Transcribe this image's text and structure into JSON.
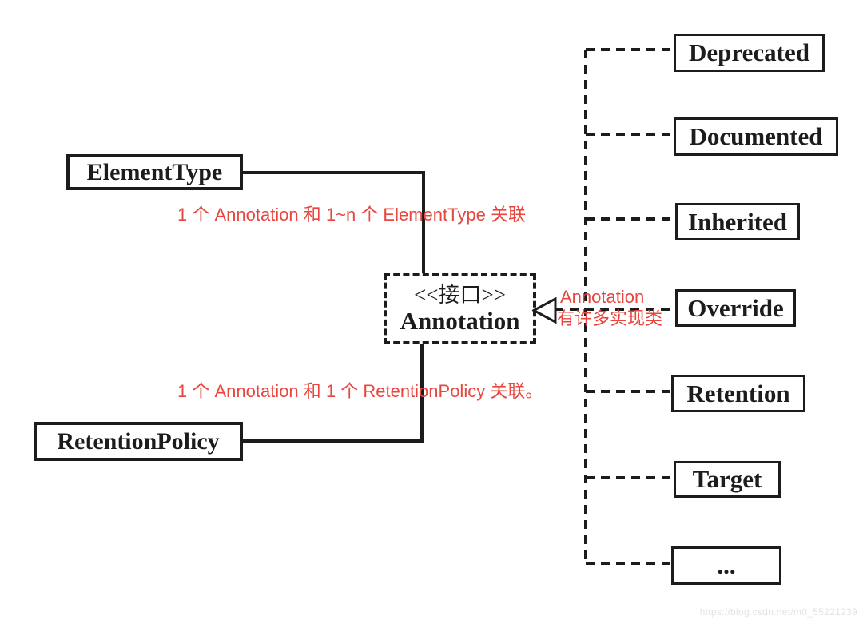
{
  "diagram": {
    "interface": {
      "stereotype": "<<接口>>",
      "name": "Annotation"
    },
    "classes": [
      {
        "label": "ElementType"
      },
      {
        "label": "RetentionPolicy"
      }
    ],
    "implementations": [
      {
        "label": "Deprecated"
      },
      {
        "label": "Documented"
      },
      {
        "label": "Inherited"
      },
      {
        "label": "Override"
      },
      {
        "label": "Retention"
      },
      {
        "label": "Target"
      },
      {
        "label": "..."
      }
    ],
    "notes": {
      "elementtype_relation": "1 个 Annotation 和 1~n 个 ElementType 关联",
      "retentionpolicy_relation": "1 个 Annotation 和 1 个 RetentionPolicy 关联。",
      "implementations_note_line1": "Annotation",
      "implementations_note_line2": "有许多实现类"
    },
    "colors": {
      "line_black": "#1c1c1c",
      "note_red": "#e8463e",
      "watermark_gray": "#e3e3e3",
      "background": "#ffffff"
    },
    "watermark": "https://blog.csdn.net/m0_55221239"
  }
}
